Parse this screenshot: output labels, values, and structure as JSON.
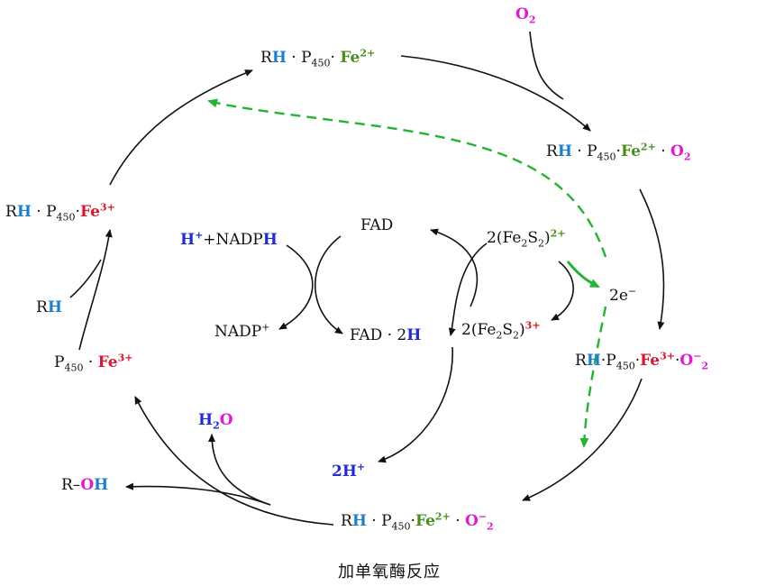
{
  "colors": {
    "RH": "#1a7fd0",
    "Fe2plus": "#4a8f18",
    "Fe3plus": "#e0142a",
    "oxygen": "#e01ad2",
    "hydrogen": "#1f2bd8",
    "electron_path": "#22b530"
  },
  "text": {
    "o2_top": "O",
    "o2_top_sub": "2",
    "rh_p450_fe2": {
      "r": "R",
      "h": "H",
      "p": "P",
      "p_sub": "450",
      "fe": "Fe",
      "fe_sup": "2+"
    },
    "rh_p450_fe2_o2": {
      "r": "R",
      "h": "H",
      "p": "P",
      "p_sub": "450",
      "fe": "Fe",
      "fe_sup": "2+",
      "o": "O",
      "o_sub": "2"
    },
    "rh_p450_fe3_o2m": {
      "r": "R",
      "h": "H",
      "p": "P",
      "p_sub": "450",
      "fe": "Fe",
      "fe_sup": "3+",
      "o": "O",
      "o_sub": "2",
      "o_sup": "−"
    },
    "rh_p450_fe2_o2m": {
      "r": "R",
      "h": "H",
      "p": "P",
      "p_sub": "450",
      "fe": "Fe",
      "fe_sup": "2+",
      "o": "O",
      "o_sub": "2",
      "o_sup": "−"
    },
    "rh_p450_fe3": {
      "r": "R",
      "h": "H",
      "p": "P",
      "p_sub": "450",
      "fe": "Fe",
      "fe_sup": "3+"
    },
    "rh_alone": {
      "r": "R",
      "h": "H"
    },
    "p450_fe3": {
      "p": "P",
      "p_sub": "450",
      "fe": "Fe",
      "fe_sup": "3+"
    },
    "h_nadph": {
      "h": "H",
      "h_sup": "+",
      "mid": "+NADP",
      "h2": "H"
    },
    "nadp_plus": {
      "t": "NADP",
      "sup": "+"
    },
    "fad": "FAD",
    "fad_2h": {
      "t": "FAD · 2",
      "h": "H"
    },
    "fe2s2_2plus": {
      "pre": "2(Fe",
      "s1": "2",
      "mid": "S",
      "s2": "2",
      "post": ")",
      "sup": "2+"
    },
    "fe2s2_3plus": {
      "pre": "2(Fe",
      "s1": "2",
      "mid": "S",
      "s2": "2",
      "post": ")",
      "sup": "3+"
    },
    "two_e": {
      "t": "2e",
      "sup": "−"
    },
    "two_h": {
      "t": "2H",
      "sup": "+"
    },
    "h2o": {
      "h": "H",
      "sub": "2",
      "o": "O"
    },
    "r_oh": {
      "r": "R–",
      "o": "O",
      "h": "H"
    },
    "dot": "·",
    "caption": "加单氧酶反应"
  }
}
